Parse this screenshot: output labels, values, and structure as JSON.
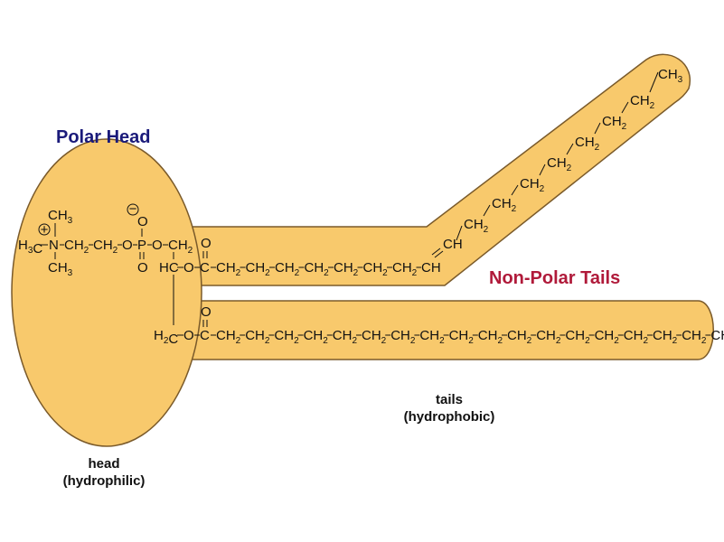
{
  "labels": {
    "polar_head": "Polar Head",
    "non_polar_tails": "Non-Polar Tails",
    "tails_caption_line1": "tails",
    "tails_caption_line2": "(hydrophobic)",
    "head_caption_line1": "head",
    "head_caption_line2": "(hydrophilic)"
  },
  "colors": {
    "fill": "#F8C96C",
    "outline": "#7A5A2A",
    "polar_head_label": "#1A1A7A",
    "non_polar_label": "#B01A3A",
    "text": "#111111"
  },
  "molecule": {
    "head_group": {
      "top_methyl": "CH3",
      "charge_plus": "+",
      "charge_minus": "−",
      "left_methyl": "H3C",
      "nitrogen": "N",
      "ch2_a": "CH2",
      "ch2_b": "CH2",
      "oxygen_a": "O",
      "phosphorus": "P",
      "oxygen_b": "O",
      "ch2_c": "CH2",
      "oxygen_top": "O",
      "oxygen_bottom": "O",
      "bottom_methyl": "CH3"
    },
    "glycerol": {
      "ch": "HC",
      "h2c": "H2C"
    },
    "upper_tail": {
      "ester_o": "O",
      "carbonyl_o": "O",
      "carbonyl_c": "C",
      "straight_groups": [
        "CH2",
        "CH2",
        "CH2",
        "CH2",
        "CH2",
        "CH2",
        "CH2"
      ],
      "end_ch": "CH",
      "double_bond_ch": "CH",
      "rising_groups": [
        "CH2",
        "CH2",
        "CH2",
        "CH2",
        "CH2",
        "CH2",
        "CH2"
      ],
      "terminal": "CH3"
    },
    "lower_tail": {
      "ester_o": "O",
      "carbonyl_o": "O",
      "carbonyl_c": "C",
      "groups": [
        "CH2",
        "CH2",
        "CH2",
        "CH2",
        "CH2",
        "CH2",
        "CH2",
        "CH2",
        "CH2",
        "CH2",
        "CH2",
        "CH2",
        "CH2",
        "CH2",
        "CH2",
        "CH2",
        "CH2",
        "CH2"
      ],
      "terminal": "CH3"
    }
  }
}
